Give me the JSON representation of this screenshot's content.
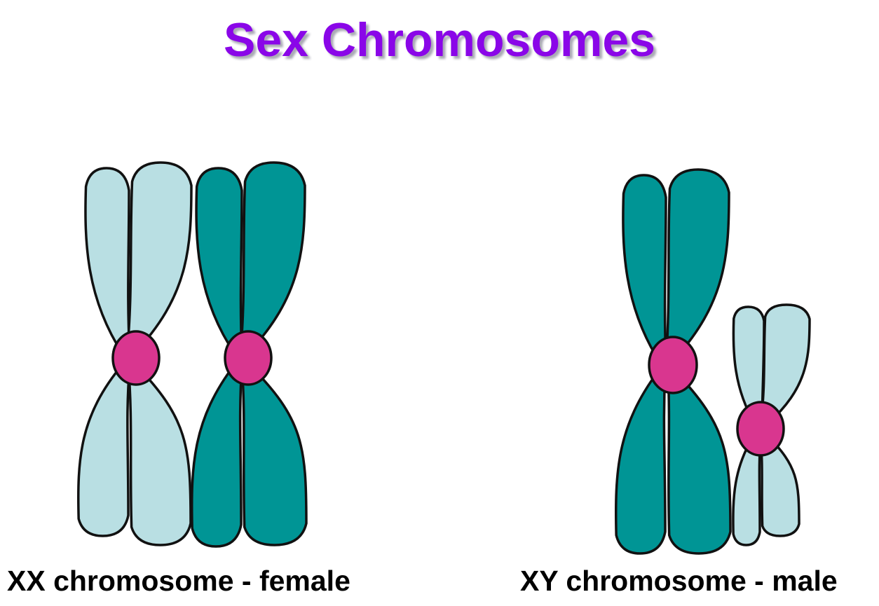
{
  "title": "Sex Chromosomes",
  "labels": {
    "female": "XX chromosome - female",
    "male": "XY chromosome - male"
  },
  "colors": {
    "title": "#8a06e8",
    "x_light": "#b9dfe3",
    "x_dark": "#009595",
    "centromere": "#d9368f",
    "outline": "#111111"
  }
}
